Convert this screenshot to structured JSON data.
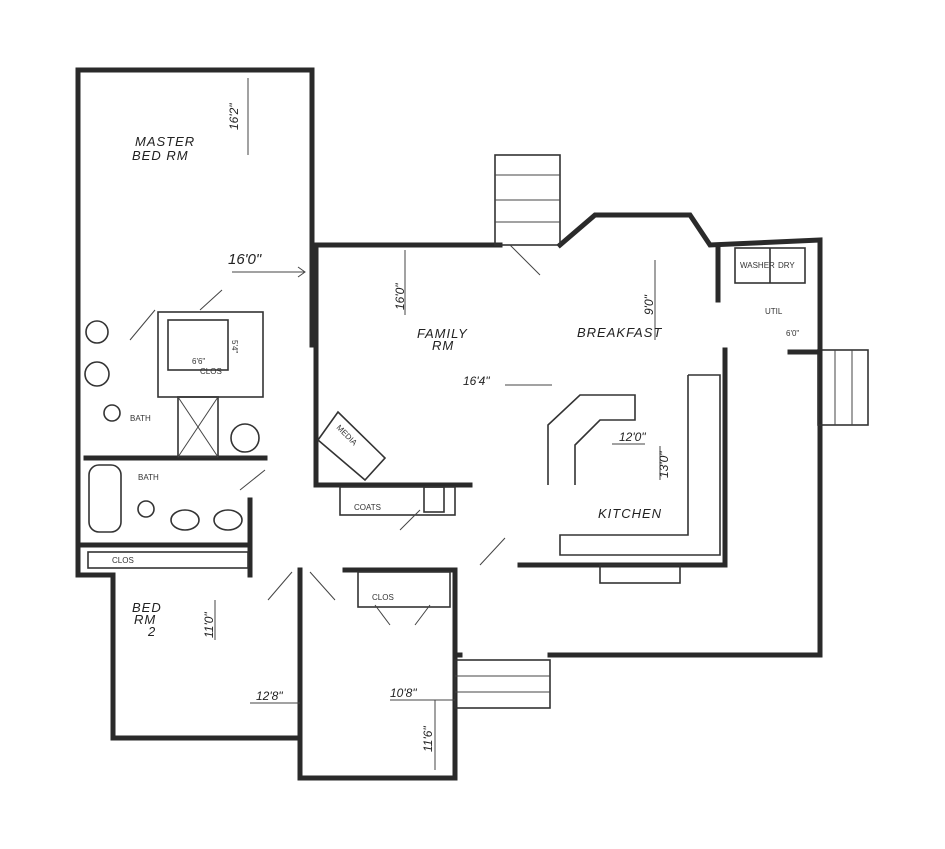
{
  "rooms": {
    "master": {
      "name_line1": "MASTER",
      "name_line2": "BED RM",
      "depth": "16'2\"",
      "width": "16'0\""
    },
    "family": {
      "name_line1": "FAMILY",
      "name_line2": "RM",
      "depth": "16'0\"",
      "width": "16'4\""
    },
    "breakfast": {
      "name": "BREAKFAST",
      "depth": "9'0\""
    },
    "kitchen": {
      "name": "KITCHEN",
      "width": "12'0\"",
      "depth": "13'0\""
    },
    "bath1": {
      "name": "BATH"
    },
    "bath2": {
      "name": "BATH"
    },
    "master_closet": {
      "name": "CLOS",
      "dim1": "6'6\"",
      "dim2": "5'4\""
    },
    "bed2": {
      "name_line1": "BED",
      "name_line2": "RM",
      "name_line3": "2",
      "depth": "11'0\"",
      "width": "12'8\""
    },
    "bed3": {
      "width": "10'8\"",
      "depth": "11'6\""
    },
    "bed2_closet": {
      "name": "CLOS"
    },
    "bed3_closet": {
      "name": "CLOS"
    },
    "coats": {
      "name": "COATS"
    },
    "media": {
      "name": "MEDIA"
    },
    "utility": {
      "name": "UTIL",
      "washer": "WASHER",
      "dryer": "DRY",
      "width": "6'0\""
    }
  }
}
